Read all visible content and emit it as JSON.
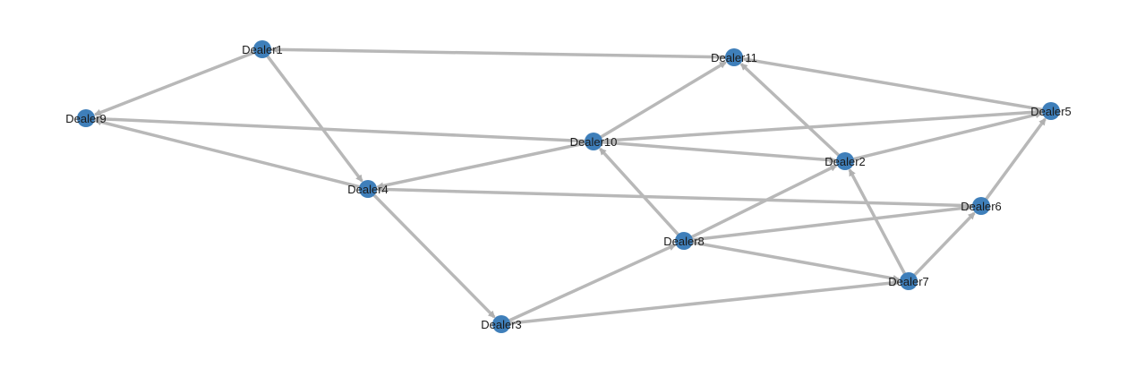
{
  "nodes": [
    {
      "id": "Dealer1",
      "label": "Dealer1"
    },
    {
      "id": "Dealer11",
      "label": "Dealer11"
    },
    {
      "id": "Dealer5",
      "label": "Dealer5"
    },
    {
      "id": "Dealer9",
      "label": "Dealer9"
    },
    {
      "id": "Dealer10",
      "label": "Dealer10"
    },
    {
      "id": "Dealer2",
      "label": "Dealer2"
    },
    {
      "id": "Dealer4",
      "label": "Dealer4"
    },
    {
      "id": "Dealer6",
      "label": "Dealer6"
    },
    {
      "id": "Dealer8",
      "label": "Dealer8"
    },
    {
      "id": "Dealer7",
      "label": "Dealer7"
    },
    {
      "id": "Dealer3",
      "label": "Dealer3"
    }
  ],
  "edges": [
    {
      "from": "Dealer1",
      "to": "Dealer9"
    },
    {
      "from": "Dealer11",
      "to": "Dealer1"
    },
    {
      "from": "Dealer1",
      "to": "Dealer4"
    },
    {
      "from": "Dealer10",
      "to": "Dealer11"
    },
    {
      "from": "Dealer5",
      "to": "Dealer11"
    },
    {
      "from": "Dealer2",
      "to": "Dealer11"
    },
    {
      "from": "Dealer10",
      "to": "Dealer9"
    },
    {
      "from": "Dealer4",
      "to": "Dealer9"
    },
    {
      "from": "Dealer10",
      "to": "Dealer5"
    },
    {
      "from": "Dealer2",
      "to": "Dealer5"
    },
    {
      "from": "Dealer6",
      "to": "Dealer5"
    },
    {
      "from": "Dealer10",
      "to": "Dealer4"
    },
    {
      "from": "Dealer10",
      "to": "Dealer2"
    },
    {
      "from": "Dealer8",
      "to": "Dealer10"
    },
    {
      "from": "Dealer8",
      "to": "Dealer2"
    },
    {
      "from": "Dealer7",
      "to": "Dealer2"
    },
    {
      "from": "Dealer6",
      "to": "Dealer4"
    },
    {
      "from": "Dealer4",
      "to": "Dealer3"
    },
    {
      "from": "Dealer8",
      "to": "Dealer6"
    },
    {
      "from": "Dealer7",
      "to": "Dealer6"
    },
    {
      "from": "Dealer8",
      "to": "Dealer7"
    },
    {
      "from": "Dealer3",
      "to": "Dealer8"
    },
    {
      "from": "Dealer3",
      "to": "Dealer7"
    }
  ],
  "colors": {
    "node": "#3f7fba",
    "edge": "#b8b8b8",
    "label": "#1a1a1a",
    "background": "#ffffff"
  }
}
